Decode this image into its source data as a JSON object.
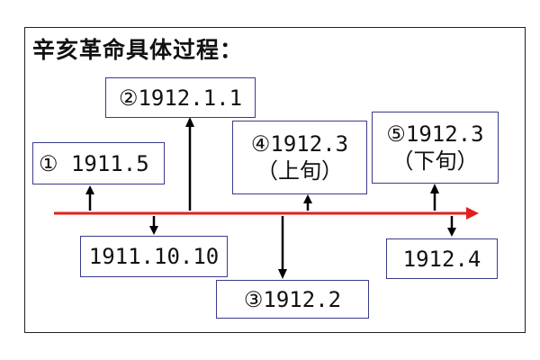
{
  "title": "辛亥革命具体过程：",
  "colors": {
    "timeline": "#e0201e",
    "arrow": "#000000",
    "box_border": "#3a3a8c"
  },
  "events": [
    {
      "id": "e1",
      "text": "① 1911.5"
    },
    {
      "id": "e2",
      "text": "1911.10.10"
    },
    {
      "id": "e3",
      "text": "②1912.1.1"
    },
    {
      "id": "e4",
      "text": "③1912.2"
    },
    {
      "id": "e5",
      "text": "④1912.3",
      "sub": "（上旬）"
    },
    {
      "id": "e6",
      "text": "⑤1912.3",
      "sub": "（下旬）"
    },
    {
      "id": "e7",
      "text": "1912.4"
    }
  ]
}
